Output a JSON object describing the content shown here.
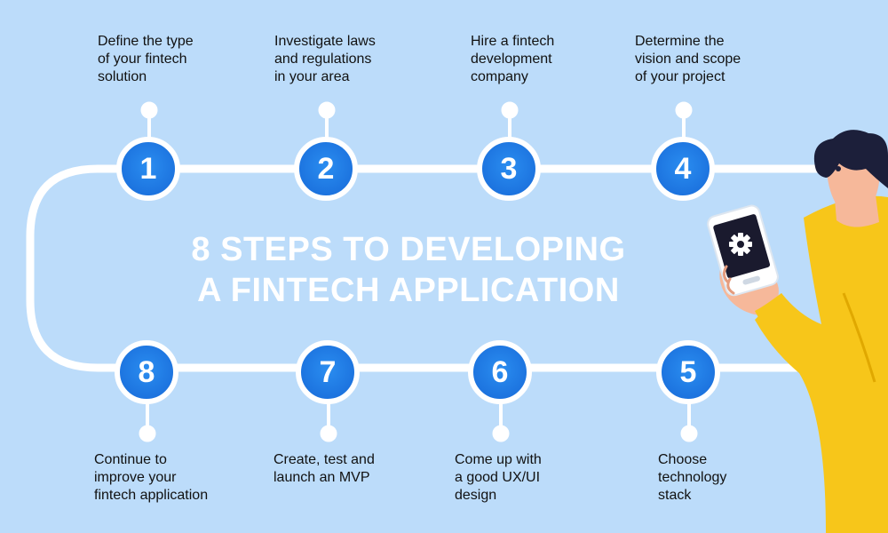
{
  "title": {
    "line1": "8 STEPS TO DEVELOPING",
    "line2": "A FINTECH APPLICATION"
  },
  "colors": {
    "background": "#bcdcfa",
    "track": "#ffffff",
    "circle": "#1f7fe8",
    "number": "#ffffff",
    "text": "#111111",
    "person_shirt": "#f7c61a",
    "person_hair": "#1c1f3a"
  },
  "steps": [
    {
      "number": "1",
      "label": "Define the type\nof your fintech\nsolution"
    },
    {
      "number": "2",
      "label": "Investigate laws\nand regulations\nin your area"
    },
    {
      "number": "3",
      "label": "Hire a fintech\ndevelopment\ncompany"
    },
    {
      "number": "4",
      "label": "Determine the\nvision and scope\nof your project"
    },
    {
      "number": "5",
      "label": "Choose\ntechnology\nstack"
    },
    {
      "number": "6",
      "label": "Come up with\na good UX/UI\ndesign"
    },
    {
      "number": "7",
      "label": "Create, test and\nlaunch an MVP"
    },
    {
      "number": "8",
      "label": "Continue to\nimprove your\nfintech application"
    }
  ],
  "illustration": {
    "icon": "gear-icon",
    "subject": "person-holding-phone"
  }
}
